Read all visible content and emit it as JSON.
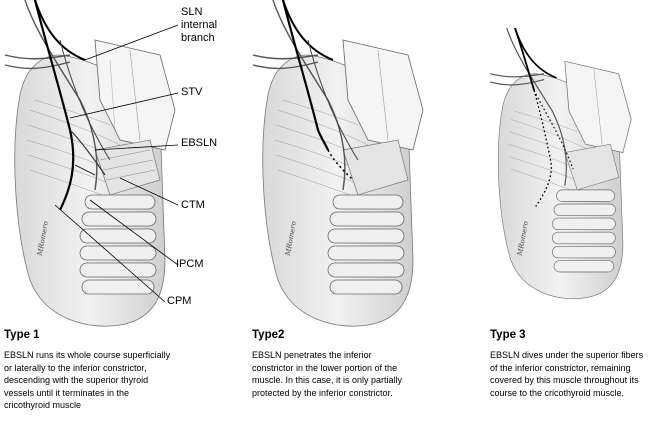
{
  "labels": {
    "sln_line1": "SLN",
    "sln_line2": "internal",
    "sln_line3": "branch",
    "stv": "STV",
    "ebsln": "EBSLN",
    "ctm": "CTM",
    "ipcm": "IPCM",
    "cpm": "CPM"
  },
  "signature": "MRomero",
  "panels": [
    {
      "title": "Type 1",
      "description": [
        "EBSLN runs its whole course superficially",
        "or laterally to the inferior constrictor,",
        "descending with the superior thyroid",
        "vessels until it terminates in the",
        "cricothyroid muscle"
      ]
    },
    {
      "title": "Type2",
      "description": [
        "EBSLN penetrates the inferior",
        "constrictor in the lower portion of the",
        "muscle. In this case, it is only partially",
        "protected by the inferior constrictor."
      ]
    },
    {
      "title": "Type 3",
      "description": [
        "EBSLN dives under the superior fibers",
        "of the inferior constrictor, remaining",
        "covered by this muscle throughout its",
        "course to the cricothyroid muscle."
      ]
    }
  ]
}
